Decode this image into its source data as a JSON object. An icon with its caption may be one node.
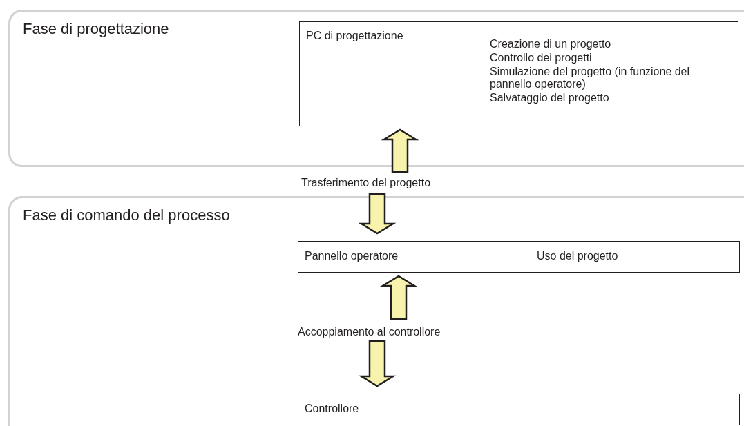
{
  "diagram": {
    "nodes": [
      {
        "text": [
          "Fase di progettazione"
        ]
      },
      {
        "text": [
          "PC di progettazione",
          "Creazione di un progetto",
          "Controllo dei progetti",
          "Simulazione del progetto (in funzione del pannello operatore)",
          "Salvataggio del progetto"
        ],
        "in": 0
      },
      {
        "text": [
          "Trasferimento del progetto"
        ]
      },
      {
        "text": [
          "Fase di comando del processo"
        ]
      },
      {
        "text": [
          "Pannello operatore",
          "Uso del progetto"
        ],
        "in": 3
      },
      {
        "text": [
          "Accoppiamento al controllore"
        ],
        "in": 3
      },
      {
        "text": [
          "Controllore"
        ],
        "in": 3
      }
    ],
    "edges": [
      {
        "from": 2,
        "to": 1,
        "arrow": "to"
      },
      {
        "from": 2,
        "to": 4,
        "arrow": "to"
      },
      {
        "from": 5,
        "to": 4,
        "arrow": "to"
      },
      {
        "from": 5,
        "to": 6,
        "arrow": "to"
      }
    ]
  }
}
